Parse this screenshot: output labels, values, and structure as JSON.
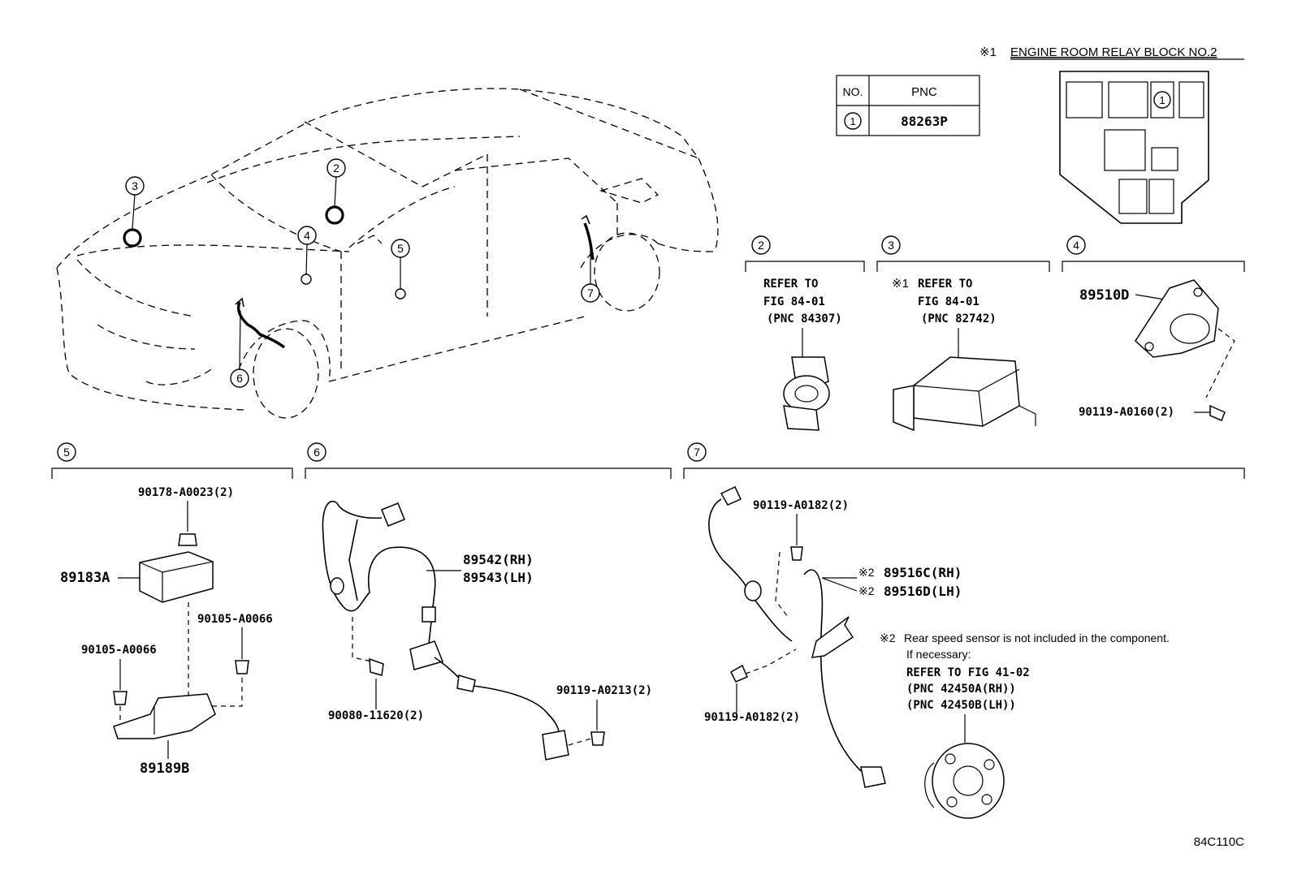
{
  "header": {
    "mark": "※1",
    "title": "ENGINE ROOM RELAY BLOCK NO.2"
  },
  "pnc_table": {
    "headers": [
      "NO.",
      "PNC"
    ],
    "rows": [
      {
        "no": "1",
        "pnc": "88263P"
      }
    ]
  },
  "relay_block": {
    "marker": "1"
  },
  "car_callouts": [
    "3",
    "2",
    "4",
    "5",
    "6",
    "7"
  ],
  "sections": {
    "s2": {
      "num": "2",
      "lines": [
        "REFER TO",
        "FIG 84-01",
        "(PNC 84307)"
      ]
    },
    "s3": {
      "num": "3",
      "mark": "※1",
      "lines": [
        "REFER TO",
        "FIG 84-01",
        "(PNC 82742)"
      ]
    },
    "s4": {
      "num": "4",
      "part": "89510D",
      "bolt": "90119-A0160(2)"
    },
    "s5": {
      "num": "5",
      "nut": "90178-A0023(2)",
      "sensor": "89183A",
      "bolt_right": "90105-A0066",
      "bolt_left": "90105-A0066",
      "bracket": "89189B"
    },
    "s6": {
      "num": "6",
      "sensor_rh": "89542(RH)",
      "sensor_lh": "89543(LH)",
      "bolt_left": "90080-11620(2)",
      "bolt_right": "90119-A0213(2)"
    },
    "s7": {
      "num": "7",
      "bolt_top": "90119-A0182(2)",
      "mark2a": "※2",
      "sensor_rh": "89516C(RH)",
      "mark2b": "※2",
      "sensor_lh": "89516D(LH)",
      "note_mark": "※2",
      "note": "Rear speed sensor is not included in the component.",
      "note2": "If necessary:",
      "refer": "REFER TO FIG 41-02",
      "pnc_a": "(PNC 42450A(RH))",
      "pnc_b": "(PNC 42450B(LH))",
      "bolt_bottom": "90119-A0182(2)"
    }
  },
  "figure_id": "84C110C"
}
